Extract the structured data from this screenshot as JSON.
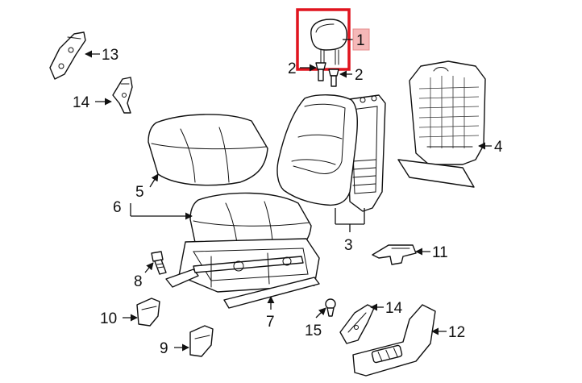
{
  "diagram": {
    "highlight_color": "#e0141e",
    "highlight_tag_color": "#f5b8b8",
    "callouts": [
      {
        "id": "c1",
        "label": "1"
      },
      {
        "id": "c2a",
        "label": "2"
      },
      {
        "id": "c2b",
        "label": "2"
      },
      {
        "id": "c3",
        "label": "3"
      },
      {
        "id": "c4",
        "label": "4"
      },
      {
        "id": "c5",
        "label": "5"
      },
      {
        "id": "c6",
        "label": "6"
      },
      {
        "id": "c7",
        "label": "7"
      },
      {
        "id": "c8",
        "label": "8"
      },
      {
        "id": "c9",
        "label": "9"
      },
      {
        "id": "c10",
        "label": "10"
      },
      {
        "id": "c11",
        "label": "11"
      },
      {
        "id": "c12",
        "label": "12"
      },
      {
        "id": "c13",
        "label": "13"
      },
      {
        "id": "c14a",
        "label": "14"
      },
      {
        "id": "c14b",
        "label": "14"
      },
      {
        "id": "c15",
        "label": "15"
      }
    ]
  }
}
